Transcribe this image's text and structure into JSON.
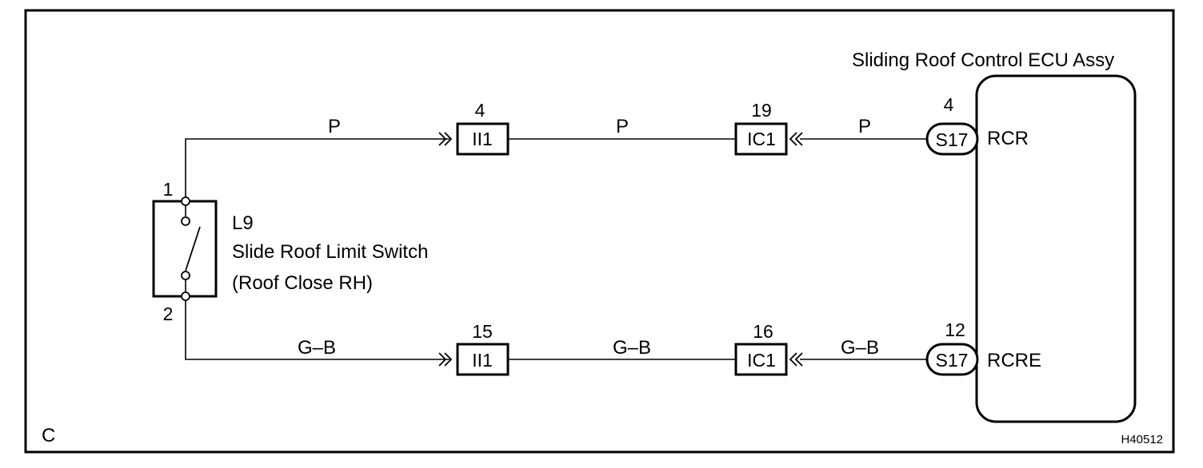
{
  "ecu": {
    "title": "Sliding Roof Control ECU Assy",
    "terminals": [
      {
        "pin": "4",
        "connector": "S17",
        "name": "RCR"
      },
      {
        "pin": "12",
        "connector": "S17",
        "name": "RCRE"
      }
    ]
  },
  "switch": {
    "code": "L9",
    "name": "Slide Roof Limit Switch",
    "subname": "(Roof Close RH)",
    "pins": [
      "1",
      "2"
    ]
  },
  "wires": {
    "top": {
      "color_labels": [
        "P",
        "P",
        "P"
      ],
      "connectors": [
        {
          "pin": "4",
          "code": "II1"
        },
        {
          "pin": "19",
          "code": "IC1"
        }
      ]
    },
    "bottom": {
      "color_labels": [
        "G–B",
        "G–B",
        "G–B"
      ],
      "connectors": [
        {
          "pin": "15",
          "code": "II1"
        },
        {
          "pin": "16",
          "code": "IC1"
        }
      ]
    }
  },
  "footer": {
    "corner_letter": "C",
    "figure_id": "H40512"
  }
}
